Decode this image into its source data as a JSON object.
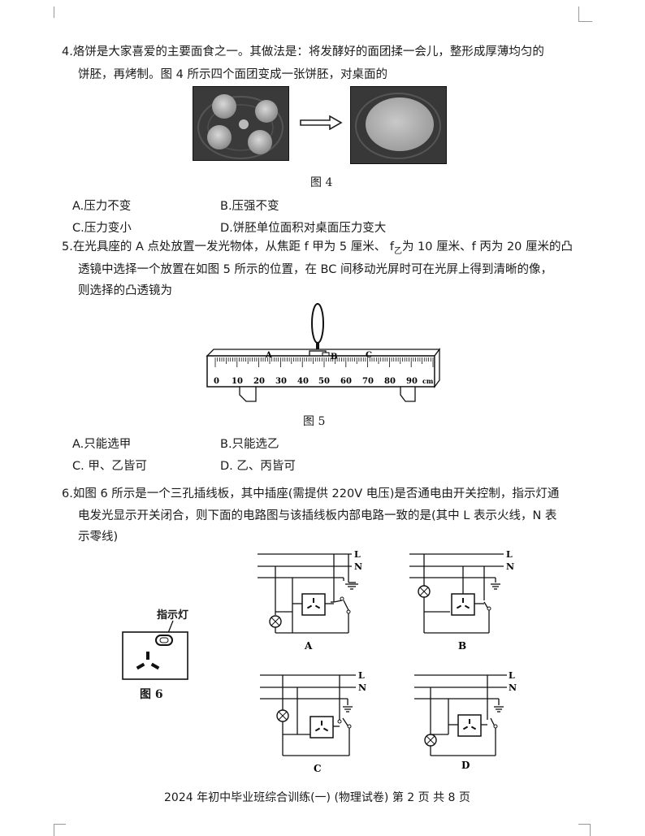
{
  "q4": {
    "line1": "4.烙饼是大家喜爱的主要面食之一。其做法是：将发酵好的面团揉一会儿，整形成厚薄均匀的",
    "line2": "饼胚，再烤制。图 4 所示四个面团变成一张饼胚，对桌面的",
    "figure_caption": "图 4",
    "options": {
      "a": "A.压力不变",
      "b": "B.压强不变",
      "c": "C.压力变小",
      "d": "D.饼胚单位面积对桌面压力变大"
    }
  },
  "q5": {
    "line1_pre": "5.在光具座的 A 点处放置一发光物体，从焦距 f 甲为 5 厘米、 f",
    "line1_sub": "乙",
    "line1_post": "为 10 厘米、f 丙为 20 厘米的凸",
    "line2": "透镜中选择一个放置在如图 5 所示的位置，在 BC 间移动光屏时可在光屏上得到清晰的像，",
    "line3": "则选择的凸透镜为",
    "figure_caption": "图 5",
    "bench": {
      "point_a": "A",
      "point_b": "B",
      "point_c": "C",
      "scale": [
        "0",
        "10",
        "20",
        "30",
        "40",
        "50",
        "60",
        "70",
        "80",
        "90"
      ],
      "unit": "cm"
    },
    "options": {
      "a": "A.只能选甲",
      "b": "B.只能选乙",
      "c": "C. 甲、乙皆可",
      "d": "D. 乙、丙皆可"
    }
  },
  "q6": {
    "line1": "6.如图 6 所示是一个三孔插线板，其中插座(需提供 220V 电压)是否通电由开关控制，指示灯通",
    "line2": "电发光显示开关闭合，则下面的电路图与该插线板内部电路一致的是(其中 L 表示火线，N 表",
    "line3": "示零线)",
    "indicator_label": "指示灯",
    "figure_caption": "图 6",
    "circuits": {
      "a": {
        "label": "A",
        "live": "L",
        "neutral": "N"
      },
      "b": {
        "label": "B",
        "live": "L",
        "neutral": "N"
      },
      "c": {
        "label": "C",
        "live": "L",
        "neutral": "N"
      },
      "d": {
        "label": "D",
        "live": "L",
        "neutral": "N"
      }
    }
  },
  "footer": "2024 年初中毕业班综合训练(一)  (物理试卷) 第 2 页  共 8 页"
}
